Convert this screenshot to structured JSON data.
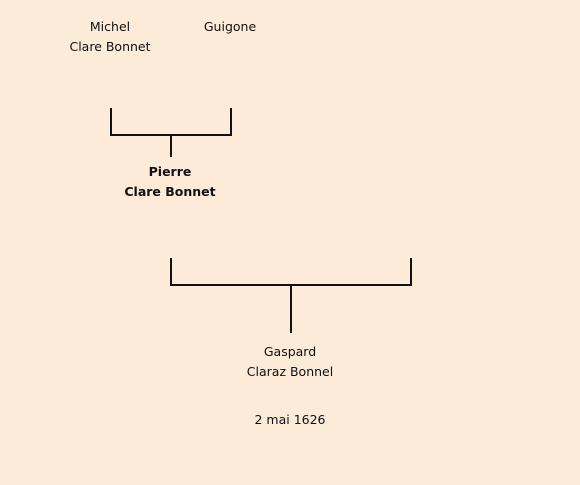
{
  "people": {
    "father_of_pierre": {
      "given": "Michel",
      "surname": "Clare Bonnet"
    },
    "mother_of_pierre": {
      "given": "Guigone",
      "surname": ""
    },
    "pierre": {
      "given": "Pierre",
      "surname": "Clare Bonnet"
    },
    "gaspard": {
      "given": "Gaspard",
      "surname": "Claraz Bonnel",
      "date": "2 mai 1626"
    }
  },
  "colors": {
    "background": "#fcebd9",
    "line": "#111111",
    "text": "#111111"
  }
}
